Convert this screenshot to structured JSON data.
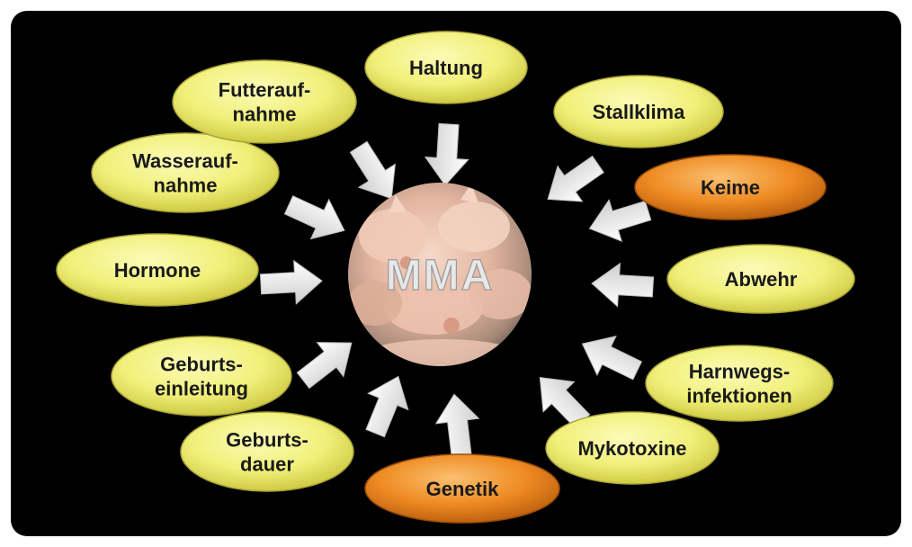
{
  "center": {
    "label": "MMA",
    "photo_icon": "piglets-photo"
  },
  "colors": {
    "background": "#000000",
    "factor_fill": "#f1f07a",
    "factor_highlight_fill": "#ee8a22",
    "arrow_fill": "#f2f2f2"
  },
  "factors": [
    {
      "id": "haltung",
      "lines": [
        "Haltung"
      ],
      "highlight": false
    },
    {
      "id": "stallklima",
      "lines": [
        "Stallklima"
      ],
      "highlight": false
    },
    {
      "id": "keime",
      "lines": [
        "Keime"
      ],
      "highlight": true
    },
    {
      "id": "abwehr",
      "lines": [
        "Abwehr"
      ],
      "highlight": false
    },
    {
      "id": "harnwegsinfektionen",
      "lines": [
        "Harnwegs-",
        "infektionen"
      ],
      "highlight": false
    },
    {
      "id": "mykotoxine",
      "lines": [
        "Mykotoxine"
      ],
      "highlight": false
    },
    {
      "id": "genetik",
      "lines": [
        "Genetik"
      ],
      "highlight": true
    },
    {
      "id": "geburtsdauer",
      "lines": [
        "Geburts-",
        "dauer"
      ],
      "highlight": false
    },
    {
      "id": "geburtseinleitung",
      "lines": [
        "Geburts-",
        "einleitung"
      ],
      "highlight": false
    },
    {
      "id": "hormone",
      "lines": [
        "Hormone"
      ],
      "highlight": false
    },
    {
      "id": "wasseraufnahme",
      "lines": [
        "Wasserauf-",
        "nahme"
      ],
      "highlight": false
    },
    {
      "id": "futteraufnahme",
      "lines": [
        "Futterauf-",
        "nahme"
      ],
      "highlight": false
    }
  ]
}
